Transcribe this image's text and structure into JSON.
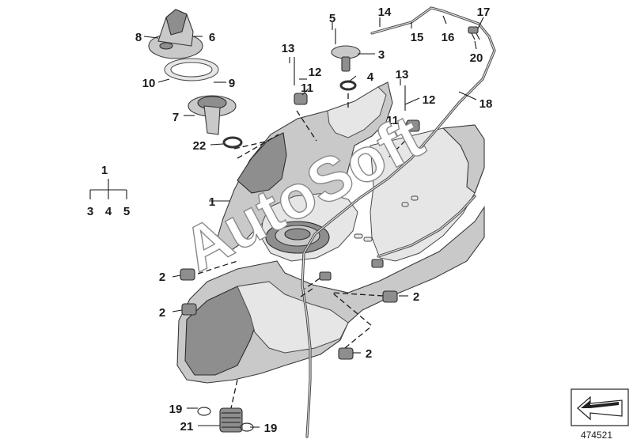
{
  "watermark": "AutoSoft",
  "reference_number": "474521",
  "callouts": {
    "c14": "14",
    "c17": "17",
    "c5": "5",
    "c8": "8",
    "c6": "6",
    "c15": "15",
    "c16": "16",
    "c3a": "3",
    "c13a": "13",
    "c20": "20",
    "c12a": "12",
    "c10": "10",
    "c9": "9",
    "c4a": "4",
    "c13b": "13",
    "c11a": "11",
    "c12b": "12",
    "c18": "18",
    "c7": "7",
    "c11b": "11",
    "c22": "22",
    "c1a": "1",
    "c1b": "1",
    "c2a": "2",
    "c2b": "2",
    "c2c": "2",
    "c2d": "2",
    "c19a": "19",
    "c19b": "19",
    "c21": "21"
  },
  "tree": {
    "root": "1",
    "children": [
      "3",
      "4",
      "5"
    ]
  },
  "icons": {
    "corner": "arrow-left-box-icon"
  }
}
